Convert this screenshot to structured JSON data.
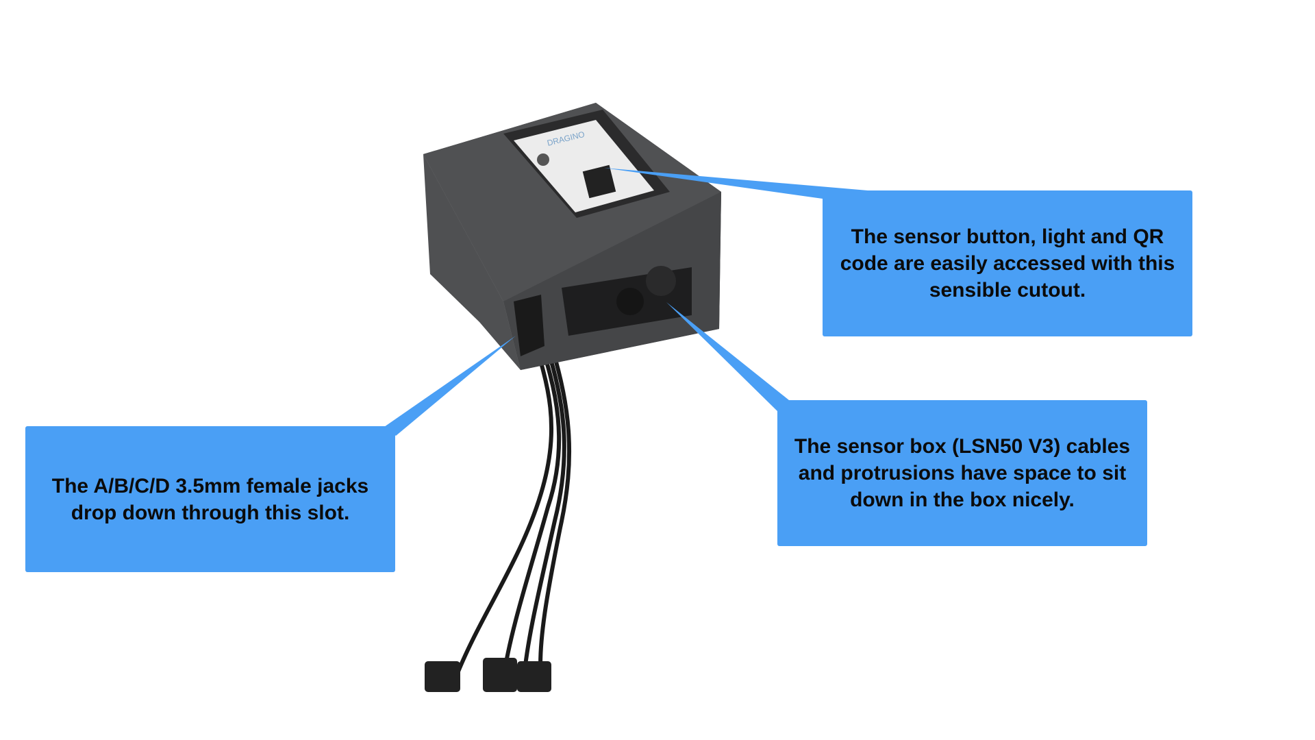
{
  "callouts": {
    "qr_cutout": "The sensor button, light and QR code are easily accessed with this sensible cutout.",
    "sensor_box": "The sensor box (LSN50 V3) cables and protrusions have space to sit down in the box nicely.",
    "jacks_slot": "The A/B/C/D 3.5mm female jacks drop down through this slot."
  },
  "device": {
    "label_brand": "DRAGINO"
  },
  "colors": {
    "callout": "#4a9ff5",
    "enclosure": "#4a4b4d"
  }
}
